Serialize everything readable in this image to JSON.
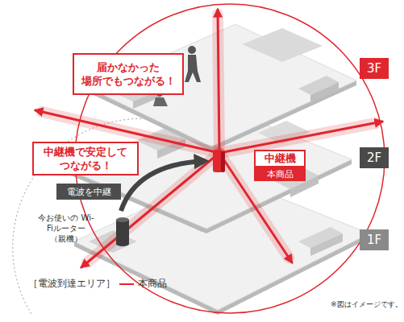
{
  "diagram": {
    "nodes": [
      {
        "text": [
          "届かなかった 場所でもつながる！"
        ]
      },
      {
        "text": [
          "3F"
        ]
      },
      {
        "text": [
          "中継機で安定して つながる！"
        ]
      },
      {
        "text": [
          "中継機",
          "本商品"
        ]
      },
      {
        "text": [
          "2F"
        ]
      },
      {
        "text": [
          "電波を中継"
        ]
      },
      {
        "text": [
          "今お使いの Wi-Fiルーター （親機）"
        ]
      },
      {
        "text": [
          "1F"
        ]
      }
    ],
    "edges": [
      {
        "from": 6,
        "to": 3,
        "arrow": "to"
      }
    ],
    "labels": [
      "［電波到達エリア］",
      "※図はイメージです。"
    ],
    "legend": [
      {
        "text": "本商品"
      }
    ]
  }
}
